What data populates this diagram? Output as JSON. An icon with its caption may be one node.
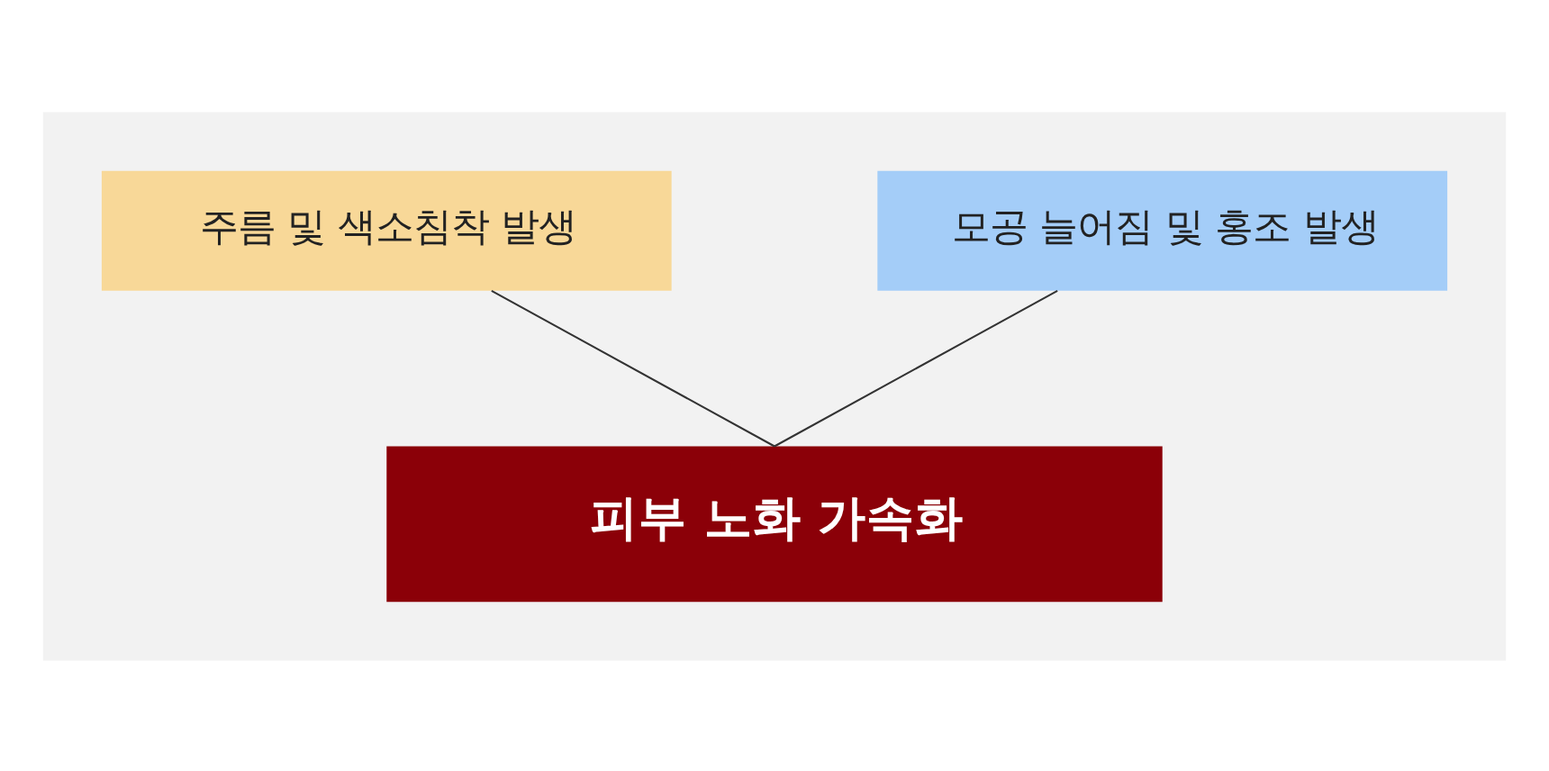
{
  "diagram": {
    "nodes": [
      {
        "text": [],
        "shape": "box"
      },
      {
        "text": [
          "주름 및 색소침착 발생"
        ],
        "in": 0
      },
      {
        "text": [
          "모공 늘어짐 및 홍조 발생"
        ],
        "in": 0
      },
      {
        "text": [
          "피부 노화 가속화"
        ],
        "in": 0
      }
    ],
    "edges": [
      {
        "from": 1,
        "to": 3,
        "arrow": "none"
      },
      {
        "from": 2,
        "to": 3,
        "arrow": "none"
      }
    ]
  }
}
